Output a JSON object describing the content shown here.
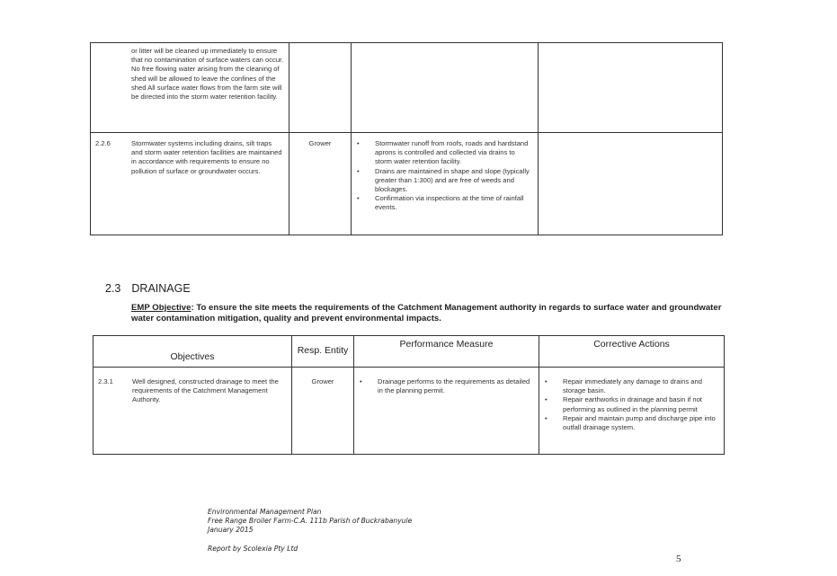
{
  "table1": {
    "rows": [
      {
        "number": "",
        "objective": "or litter will be cleaned up immediately to ensure that no contamination of surface waters can occur.  No free flowing water arising from the cleaning of shed will be allowed to leave the confines of the shed All surface water flows from the farm site will be directed into the storm water retention facility.",
        "entity": "",
        "measures": [],
        "actions": []
      },
      {
        "number": "2.2.6",
        "objective": "Stormwater systems including drains, silt traps and storm water retention facilities are maintained in accordance with requirements to ensure no pollution of surface or groundwater occurs.",
        "entity": "Grower",
        "measures": [
          "Stormwater runoff from roofs, roads and hardstand aprons is controlled and collected via drains to storm water retention facility.",
          "Drains are maintained in shape and slope (typically greater than 1:300) and are free of weeds and blockages.",
          "Confirmation via inspections at the time of rainfall events."
        ],
        "actions": []
      }
    ]
  },
  "section": {
    "number": "2.3",
    "title": "DRAINAGE",
    "objective_label": "EMP Objective",
    "objective_text": ":  To ensure the site meets the requirements of the Catchment Management authority in regards to surface water and groundwater water contamination mitigation, quality and prevent environmental impacts."
  },
  "table2": {
    "headers": {
      "objectives": "Objectives",
      "entity": "Resp. Entity",
      "measure": "Performance Measure",
      "actions": "Corrective Actions"
    },
    "rows": [
      {
        "number": "2.3.1",
        "objective": "Well designed, constructed drainage to meet the requirements of the Catchment Management Authority.",
        "entity": "Grower",
        "measures": [
          "Drainage performs to the requirements as detailed in the planning permit."
        ],
        "actions": [
          "Repair immediately any damage to drains and storage basin.",
          "Repair earthworks in drainage and basin if not performing as outlined in the planning permit",
          "Repair and maintain pump and discharge pipe into outfall drainage system."
        ]
      }
    ]
  },
  "footer": {
    "line1": "Environmental Management Plan",
    "line2": "Free Range Broiler Farm-C.A. 111b Parish of Buckrabanyule",
    "line3": "January 2015",
    "line4": "Report by Scolexia Pty Ltd",
    "page_number": "5"
  }
}
